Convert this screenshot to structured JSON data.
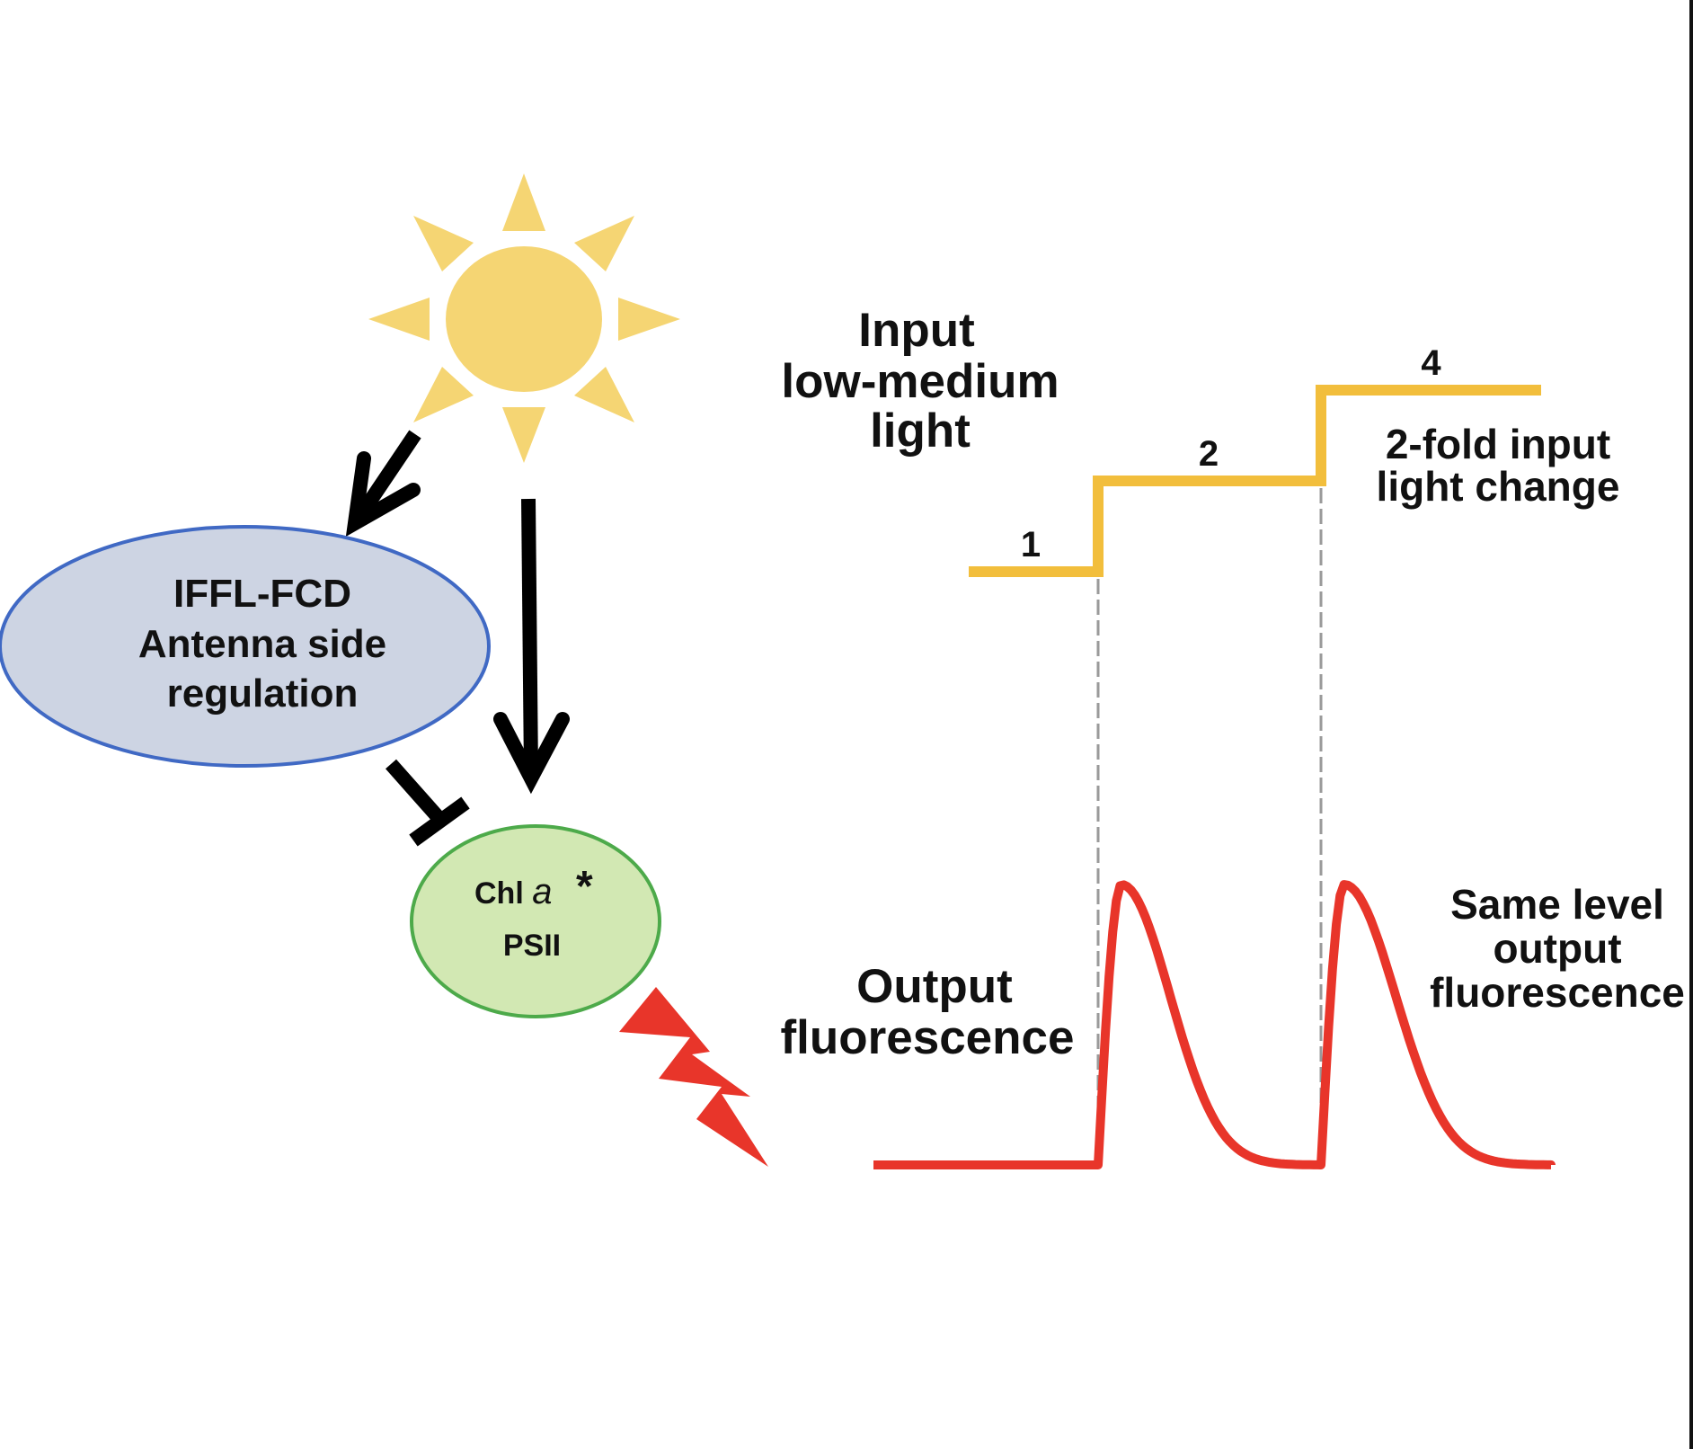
{
  "colors": {
    "sun": "#F5D573",
    "input_line": "#F2BE3C",
    "output_line": "#E8352A",
    "bolt": "#E8352A",
    "dash": "#9A9A9A",
    "arrow": "#000000",
    "regulator_fill": "#CDD4E3",
    "regulator_stroke": "#4069C4",
    "psii_fill": "#D2E8B3",
    "psii_stroke": "#4DAA4A",
    "text": "#111111",
    "right_border": "#121212"
  },
  "icons": {
    "sun": "sun-icon",
    "bolt": "lightning-bolt-icon",
    "activation_arrow": "arrow-icon",
    "inhibition": "inhibition-bar-icon"
  },
  "nodes": {
    "regulator": {
      "lines": [
        "IFFL-FCD",
        "Antenna side",
        "regulation"
      ]
    },
    "psii": {
      "line1_prefix": "Chl ",
      "line1_italic": "a",
      "line1_superscript": "*",
      "line2": "PSII"
    }
  },
  "edges": [
    {
      "from": "sun",
      "to": "regulator",
      "type": "activation"
    },
    {
      "from": "sun",
      "to": "psii",
      "type": "activation"
    },
    {
      "from": "regulator",
      "to": "psii",
      "type": "inhibition"
    },
    {
      "from": "psii",
      "to": "output",
      "type": "emission"
    }
  ],
  "labels": {
    "input": [
      "Input",
      "low-medium",
      "light"
    ],
    "fold_change": [
      "2-fold input",
      "light change"
    ],
    "output": [
      "Output",
      "fluorescence"
    ],
    "same_level": [
      "Same level",
      "output",
      "fluorescence"
    ]
  },
  "chart_data": {
    "type": "line",
    "title": "",
    "xlabel": "",
    "ylabel": "",
    "grid": false,
    "series": [
      {
        "name": "Input light",
        "kind": "step",
        "segments": [
          {
            "level": 1,
            "label": "1"
          },
          {
            "level": 2,
            "label": "2"
          },
          {
            "level": 4,
            "label": "4"
          }
        ]
      },
      {
        "name": "Output fluorescence",
        "kind": "pulse",
        "baseline": 0,
        "peaks": [
          {
            "at_step": 1,
            "relative_peak": 1.0
          },
          {
            "at_step": 2,
            "relative_peak": 1.0
          }
        ]
      }
    ],
    "step_markers": [
      "1→2",
      "2→4"
    ],
    "marker_style": "dashed vertical guides"
  }
}
